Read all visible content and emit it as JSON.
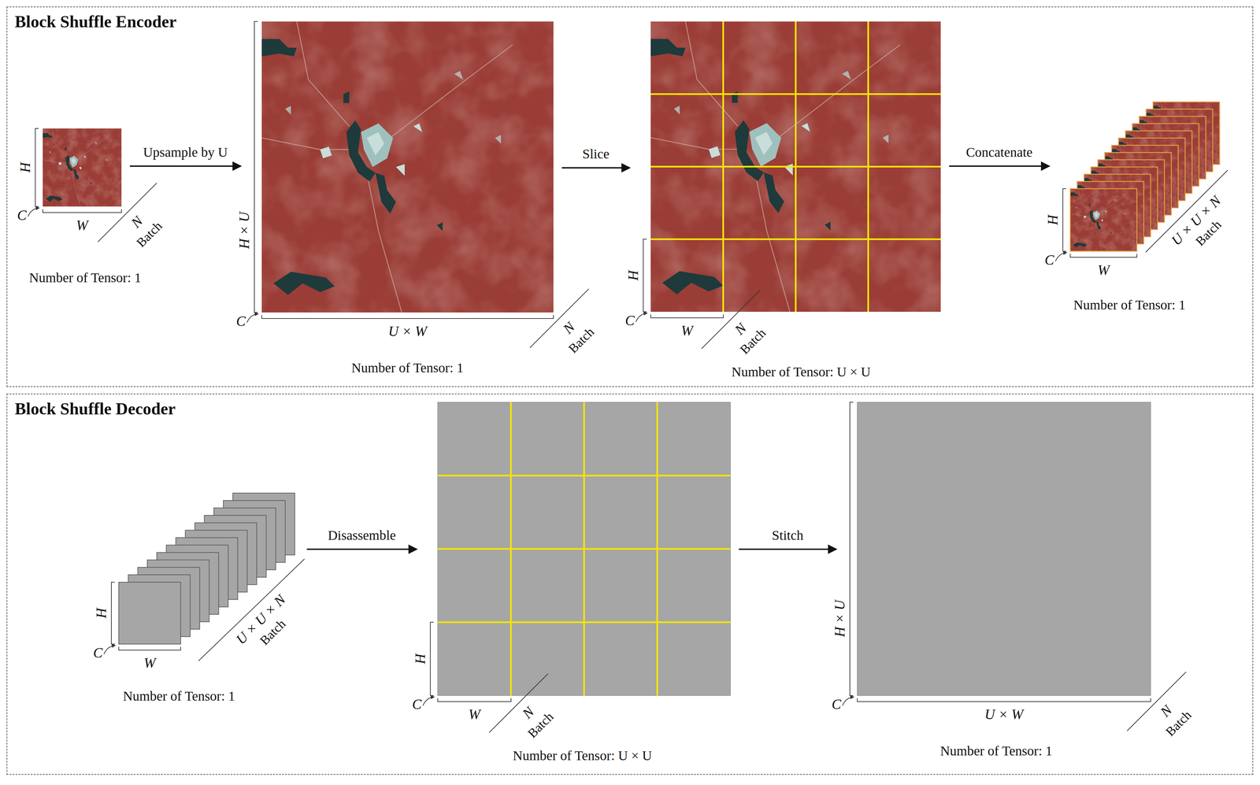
{
  "diagram": {
    "nodes": [
      {
        "text": [
          "Block Shuffle Encoder"
        ]
      },
      {
        "text": [
          "Number of Tensor: 1"
        ],
        "in": 0
      },
      {
        "text": [
          "Number of Tensor: 1"
        ],
        "in": 0
      },
      {
        "text": [
          "Number of Tensor: U × U"
        ],
        "in": 0
      },
      {
        "text": [
          "Number of Tensor: 1"
        ],
        "in": 0
      },
      {
        "text": [
          "Block Shuffle Decoder"
        ]
      },
      {
        "text": [
          "Number of Tensor: 1"
        ],
        "in": 5
      },
      {
        "text": [
          "Number of Tensor: U × U"
        ],
        "in": 5
      },
      {
        "text": [
          "Number of Tensor: 1"
        ],
        "in": 5
      }
    ],
    "edges": [
      {
        "from": 1,
        "to": 2,
        "arrow": "to",
        "label": "Upsample by U"
      },
      {
        "from": 2,
        "to": 3,
        "arrow": "to",
        "label": "Slice"
      },
      {
        "from": 3,
        "to": 4,
        "arrow": "to",
        "label": "Concatenate"
      },
      {
        "from": 6,
        "to": 7,
        "arrow": "to",
        "label": "Disassemble"
      },
      {
        "from": 7,
        "to": 8,
        "arrow": "to",
        "label": "Stitch"
      }
    ],
    "labels": [
      "H",
      "C",
      "W",
      "N",
      "Batch",
      "H × U",
      "C",
      "U × W",
      "N",
      "Batch",
      "H",
      "C",
      "W",
      "N",
      "Batch",
      "H",
      "C",
      "W",
      "U × U × N",
      "Batch",
      "H",
      "C",
      "W",
      "U × U × N",
      "Batch",
      "H",
      "C",
      "W",
      "N",
      "Batch",
      "H × U",
      "C",
      "U × W",
      "N",
      "Batch"
    ]
  }
}
